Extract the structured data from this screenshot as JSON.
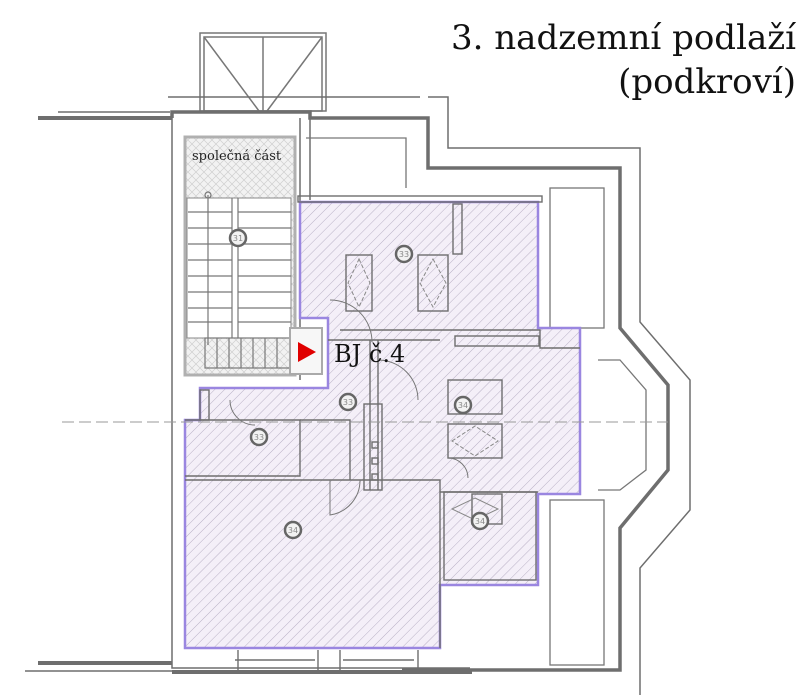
{
  "plan": {
    "title_line1": "3. nadzemní podlaží",
    "title_line2": "(podkroví)",
    "common_area_label": "společná část",
    "unit_label": "BJ č.4",
    "colors": {
      "wall": "#6e6e6e",
      "unit_outline": "#9a86e0",
      "unit_fill": "#f3eef8",
      "hatch": "#b8b0c4",
      "common_fill": "#efefef",
      "entry_marker": "#e00000"
    },
    "room_tags": [
      {
        "name": "stair-tag",
        "text": "31"
      },
      {
        "name": "room-tag-north",
        "text": "33"
      },
      {
        "name": "room-tag-hall",
        "text": "33"
      },
      {
        "name": "room-tag-wc",
        "text": "33"
      },
      {
        "name": "room-tag-bath",
        "text": "34"
      },
      {
        "name": "room-tag-living",
        "text": "34"
      },
      {
        "name": "room-tag-storage",
        "text": "34"
      }
    ]
  }
}
